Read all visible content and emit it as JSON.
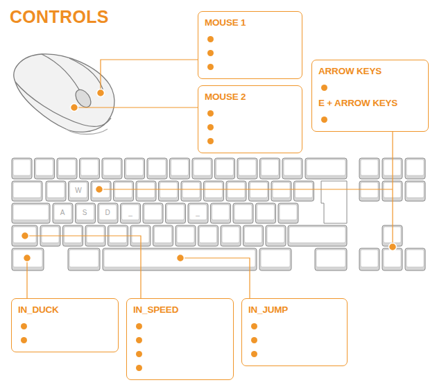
{
  "diagram": {
    "title": "CONTROLS",
    "nodes": [
      {
        "text": [
          "MOUSE 1"
        ]
      },
      {
        "text": [
          "MOUSE 2"
        ]
      },
      {
        "text": [
          "ARROW KEYS",
          "E + ARROW KEYS"
        ]
      },
      {
        "text": [
          "IN_DUCK"
        ]
      },
      {
        "text": [
          "IN_SPEED"
        ]
      },
      {
        "text": [
          "IN_JUMP"
        ]
      }
    ],
    "labels": [
      "W",
      "A",
      "S",
      "D",
      "_",
      "_"
    ]
  }
}
